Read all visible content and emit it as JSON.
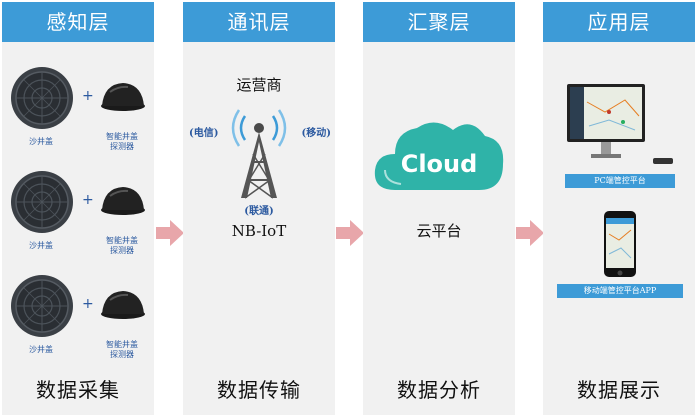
{
  "layers": [
    {
      "title": "感知层",
      "footer": "数据采集"
    },
    {
      "title": "通讯层",
      "footer": "数据传输"
    },
    {
      "title": "汇聚层",
      "footer": "数据分析"
    },
    {
      "title": "应用层",
      "footer": "数据展示"
    }
  ],
  "perception": {
    "rows": [
      {
        "manhole_label": "沙井盖",
        "plus": "+",
        "detector_label_1": "智能井盖",
        "detector_label_2": "探测器"
      },
      {
        "manhole_label": "沙井盖",
        "plus": "+",
        "detector_label_1": "智能井盖",
        "detector_label_2": "探测器"
      },
      {
        "manhole_label": "沙井盖",
        "plus": "+",
        "detector_label_1": "智能井盖",
        "detector_label_2": "探测器"
      }
    ]
  },
  "communication": {
    "carrier": "运营商",
    "telecom": "(电信)",
    "mobile": "(移动)",
    "unicom": "(联通)",
    "protocol": "NB-IoT"
  },
  "aggregation": {
    "cloud_text": "Cloud",
    "platform": "云平台"
  },
  "application": {
    "pc_label": "PC端管控平台",
    "app_label": "移动端管控平台APP"
  },
  "colors": {
    "header": "#3d9bd7",
    "panel": "#f1f1f1",
    "arrow": "#e8a6aa",
    "cloud": "#2fb3a8",
    "label_blue": "#2c5aa0"
  }
}
